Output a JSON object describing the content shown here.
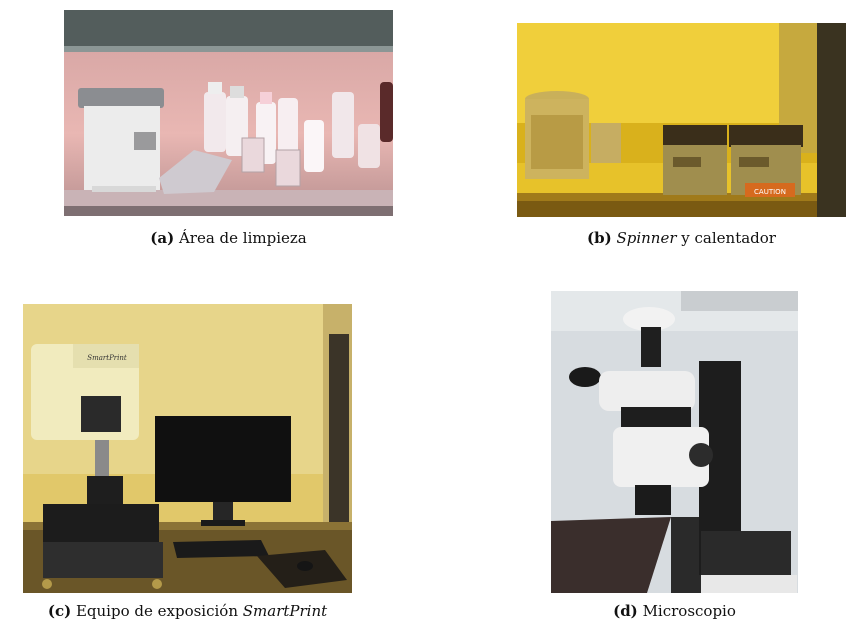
{
  "figures": [
    {
      "label": "(a)",
      "caption": "Área de limpieza",
      "caption_italic": ""
    },
    {
      "label": "(b)",
      "caption_italic": "Spinner",
      "caption": " y calentador"
    },
    {
      "label": "(c)",
      "caption": "Equipo de exposición ",
      "caption_italic": "SmartPrint"
    },
    {
      "label": "(d)",
      "caption": "Microscopio",
      "caption_italic": ""
    }
  ],
  "device_texts": {
    "smartprint_logo": "SmartPrint",
    "hotplate_caution": "CAUTION"
  }
}
